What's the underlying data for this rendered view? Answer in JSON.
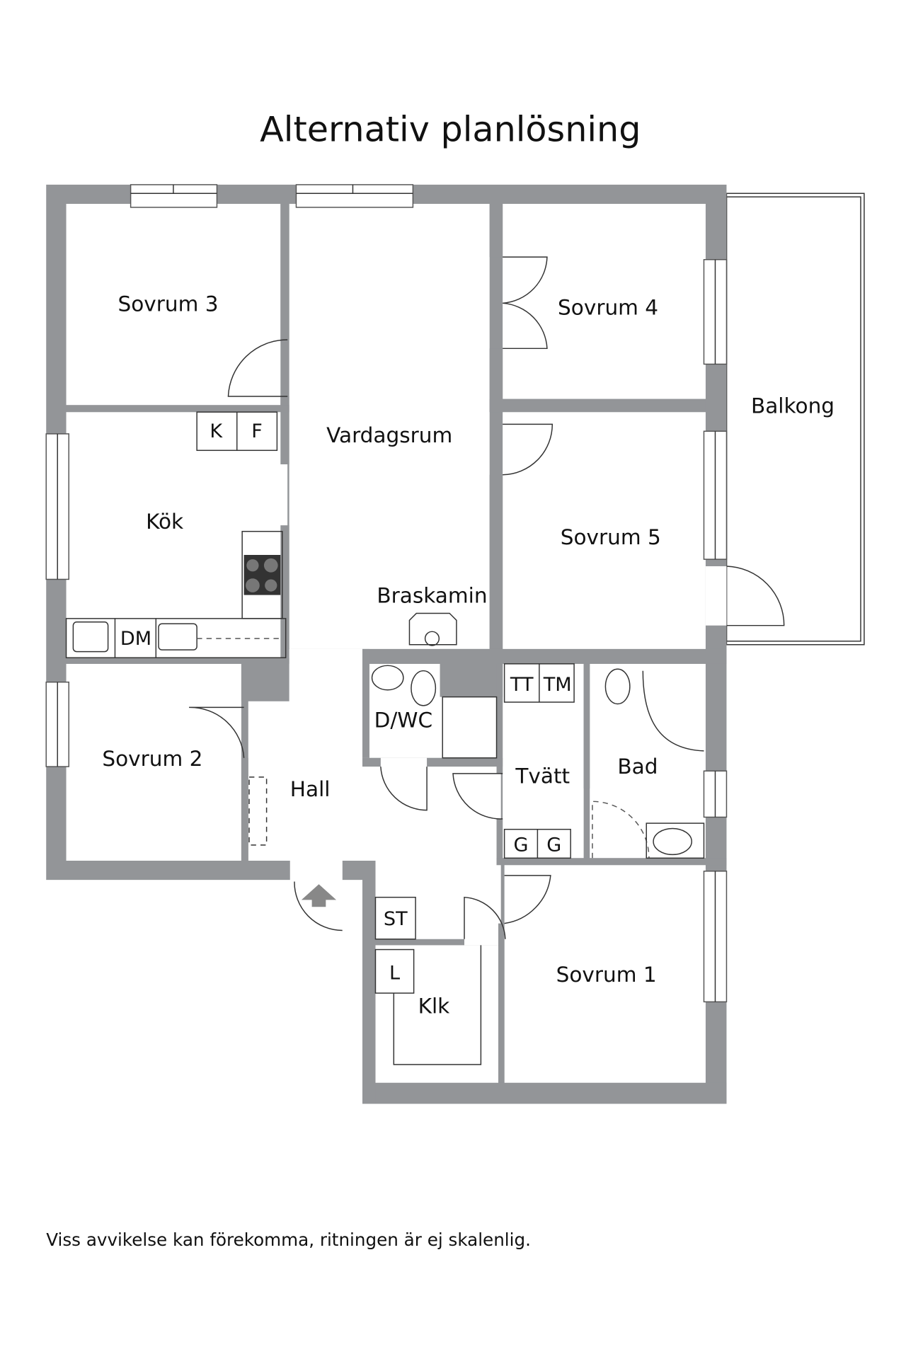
{
  "title": "Alternativ planlösning",
  "rooms": {
    "sovrum3": "Sovrum 3",
    "sovrum4": "Sovrum 4",
    "vardagsrum": "Vardagsrum",
    "balkong": "Balkong",
    "kok": "Kök",
    "sovrum5": "Sovrum 5",
    "braskamin": "Braskamin",
    "dwc": "D/WC",
    "sovrum2": "Sovrum 2",
    "hall": "Hall",
    "tvatt": "Tvätt",
    "bad": "Bad",
    "klk": "Klk",
    "sovrum1": "Sovrum 1"
  },
  "fixtures": {
    "k": "K",
    "f": "F",
    "dm": "DM",
    "tt": "TT",
    "tm": "TM",
    "g1": "G",
    "g2": "G",
    "st": "ST",
    "l": "L"
  },
  "colors": {
    "wall": "#939598",
    "background": "#ffffff"
  },
  "disclaimer": "Viss avvikelse kan förekomma, ritningen är ej skalenlig."
}
